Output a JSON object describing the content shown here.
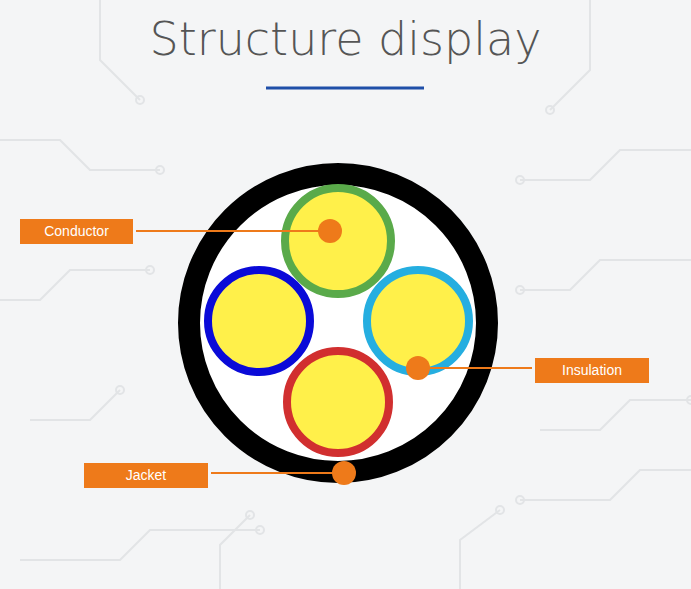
{
  "diagram": {
    "title": "Structure display",
    "nodes": [
      {
        "text": [
          "Conductor"
        ]
      },
      {
        "text": [
          "Insulation"
        ]
      },
      {
        "text": [
          "Jacket"
        ]
      }
    ]
  }
}
